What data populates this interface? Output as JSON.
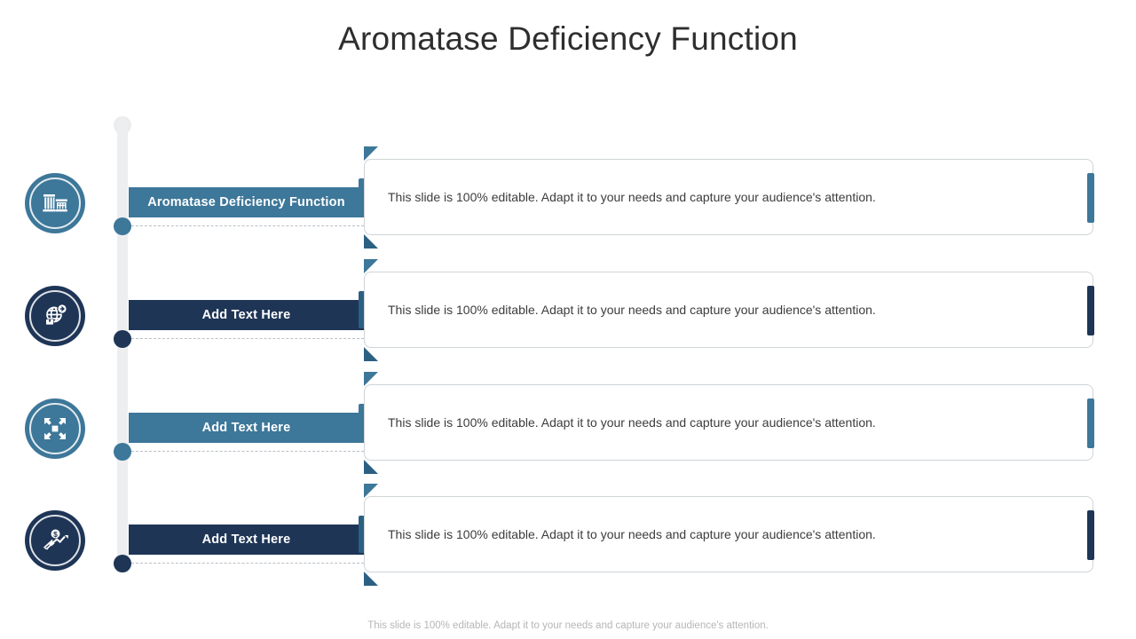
{
  "slide": {
    "title": "Aromatase Deficiency Function",
    "footer": "This slide is 100% editable. Adapt it to your needs and capture your audience's attention."
  },
  "colors": {
    "medium_blue": "#3d7799",
    "dark_navy": "#1e3556",
    "spine_gray": "#eceef0",
    "dashed_gray": "#b9c0c7",
    "card_border": "#cfd4d8",
    "title_text": "#2e2e2e",
    "body_text": "#3c3c3c",
    "footer_text": "#b6b6b6"
  },
  "rows": [
    {
      "icon": "bank-building-icon",
      "label": "Aromatase Deficiency Function",
      "body": "This slide is 100% editable. Adapt it to your needs and capture your audience's attention.",
      "theme": "medium",
      "wrap": false
    },
    {
      "icon": "globe-delivery-icon",
      "label": "Add  Text Here",
      "body": "This slide is 100% editable. Adapt it to your needs and capture your audience's attention.",
      "theme": "navy",
      "wrap": false
    },
    {
      "icon": "expand-arrows-icon",
      "label": "Add  Text Here",
      "body": "This slide is 100% editable. Adapt it to your needs and capture your audience's attention.",
      "theme": "medium",
      "wrap": true
    },
    {
      "icon": "growth-chart-dollar-icon",
      "label": "Add  Text Here",
      "body": "This slide is 100% editable. Adapt it to your needs and capture your audience's attention.",
      "theme": "navy",
      "wrap": false
    }
  ]
}
